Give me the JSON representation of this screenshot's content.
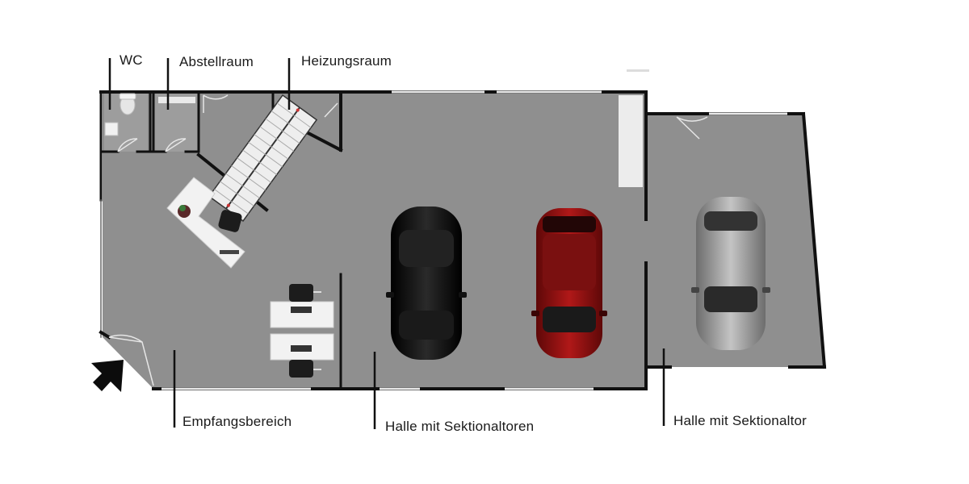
{
  "labels": {
    "wc": "WC",
    "abstellraum": "Abstellraum",
    "heizungsraum": "Heizungsraum",
    "empfangsbereich": "Empfangsbereich",
    "halle_sektionaltoren": "Halle mit Sektionaltoren",
    "halle_sektionaltor": "Halle mit Sektionaltor"
  },
  "colors": {
    "floor": "#8f8f8f",
    "wall": "#111111",
    "car_black": "#0d0d0d",
    "car_red": "#8c1212",
    "car_grey": "#9a9a9a",
    "furniture": "#f2f2f2"
  },
  "icons": {
    "entrance": "entrance-arrow-icon"
  }
}
